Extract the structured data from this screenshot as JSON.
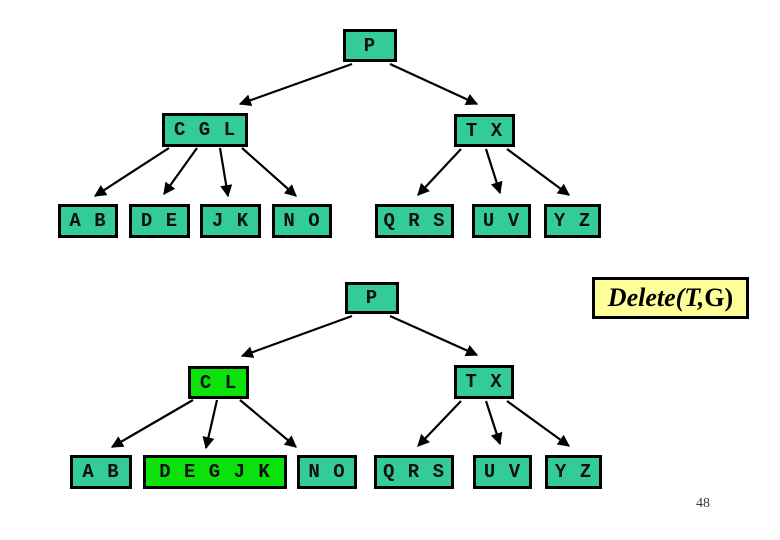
{
  "colors": {
    "node_fill": "#33CC99",
    "highlight_fill": "#0BE20B",
    "annotation_fill": "#FFFF99",
    "border": "#000000"
  },
  "annotation": {
    "prefix_italic": "Delete(T,",
    "suffix_bold": "G)"
  },
  "page_number": "48",
  "tree_before": {
    "root": {
      "label": "P"
    },
    "internal": [
      {
        "label": "C G L"
      },
      {
        "label": "T X"
      }
    ],
    "leaves": [
      {
        "label": "A B"
      },
      {
        "label": "D E"
      },
      {
        "label": "J K"
      },
      {
        "label": "N O"
      },
      {
        "label": "Q R S"
      },
      {
        "label": "U V"
      },
      {
        "label": "Y Z"
      }
    ]
  },
  "tree_after": {
    "root": {
      "label": "P"
    },
    "internal": [
      {
        "label": "C L",
        "highlighted": true
      },
      {
        "label": "T X",
        "highlighted": false
      }
    ],
    "leaves": [
      {
        "label": "A B",
        "highlighted": false
      },
      {
        "label": "D E G J K",
        "highlighted": true
      },
      {
        "label": "N O",
        "highlighted": false
      },
      {
        "label": "Q R S",
        "highlighted": false
      },
      {
        "label": "U V",
        "highlighted": false
      },
      {
        "label": "Y Z",
        "highlighted": false
      }
    ]
  }
}
